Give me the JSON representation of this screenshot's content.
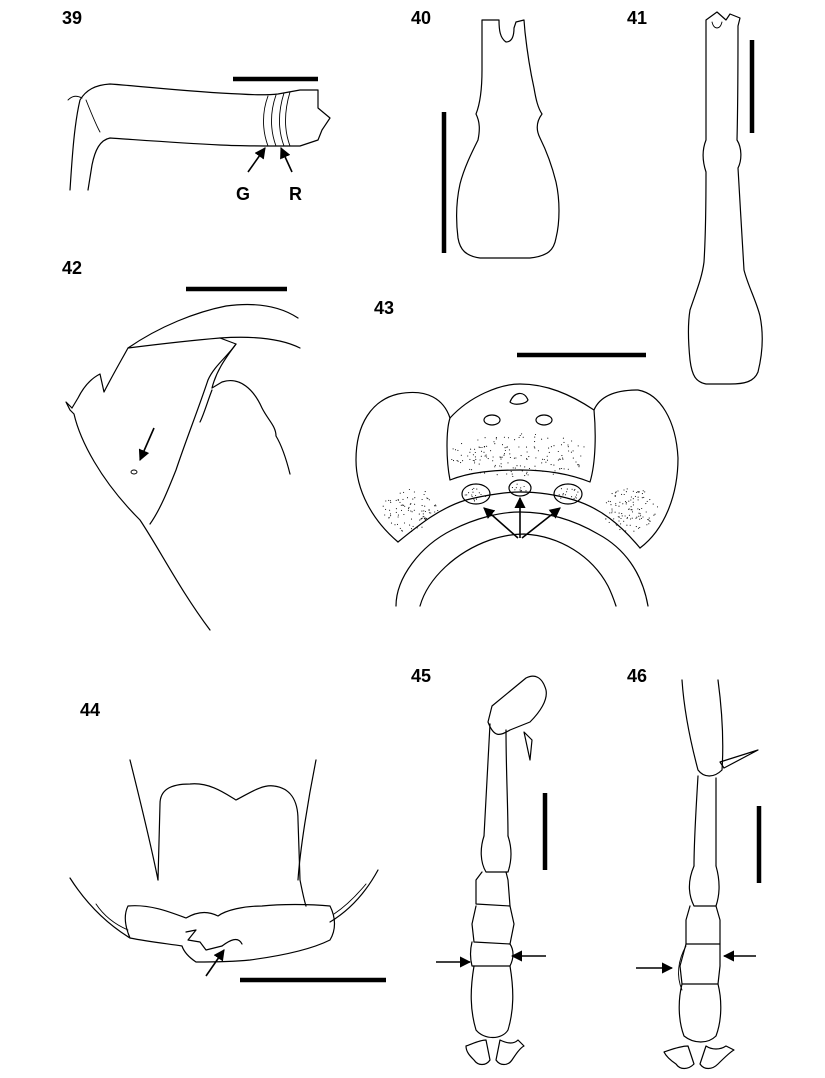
{
  "figures": {
    "f39": {
      "number": "39",
      "labels": {
        "g": "G",
        "r": "R"
      }
    },
    "f40": {
      "number": "40"
    },
    "f41": {
      "number": "41"
    },
    "f42": {
      "number": "42"
    },
    "f43": {
      "number": "43"
    },
    "f44": {
      "number": "44"
    },
    "f45": {
      "number": "45"
    },
    "f46": {
      "number": "46"
    }
  },
  "colors": {
    "ink": "#000000",
    "background": "#ffffff"
  }
}
